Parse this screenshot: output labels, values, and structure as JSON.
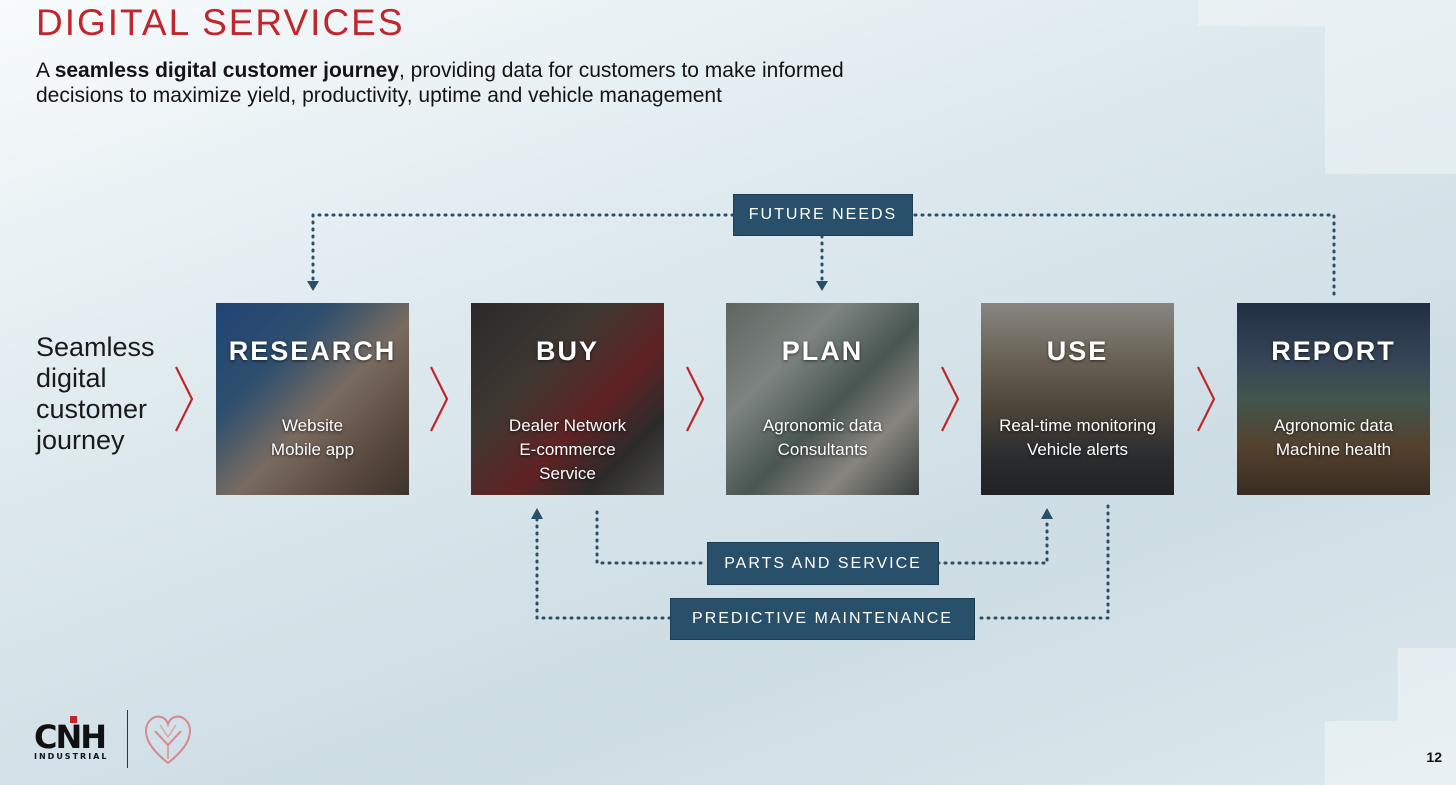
{
  "header": {
    "title": "DIGITAL SERVICES",
    "subtitle_prefix": "A ",
    "subtitle_bold": "seamless digital customer journey",
    "subtitle_rest": ", providing data for customers to make informed decisions to maximize yield, productivity, uptime and vehicle management"
  },
  "side_label": "Seamless digital customer journey",
  "steps": [
    {
      "title": "RESEARCH",
      "items": [
        "Website",
        "Mobile app"
      ]
    },
    {
      "title": "BUY",
      "items": [
        "Dealer Network",
        "E-commerce",
        "Service"
      ]
    },
    {
      "title": "PLAN",
      "items": [
        "Agronomic data",
        "Consultants"
      ]
    },
    {
      "title": "USE",
      "items": [
        "Real-time monitoring",
        "Vehicle alerts"
      ]
    },
    {
      "title": "REPORT",
      "items": [
        "Agronomic data",
        "Machine health"
      ]
    }
  ],
  "loops": {
    "future_needs": "FUTURE NEEDS",
    "parts_and_service": "PARTS AND SERVICE",
    "predictive_maintenance": "PREDICTIVE MAINTENANCE"
  },
  "footer": {
    "logo_text": "CNH",
    "logo_subtext": "INDUSTRIAL",
    "page_number": "12"
  },
  "colors": {
    "accent_red": "#c0262d",
    "pill_blue": "#28506a",
    "connector": "#2a4f66"
  },
  "icons": {
    "chevron": "chevron-right-icon",
    "emblem": "heart-emblem-icon"
  }
}
